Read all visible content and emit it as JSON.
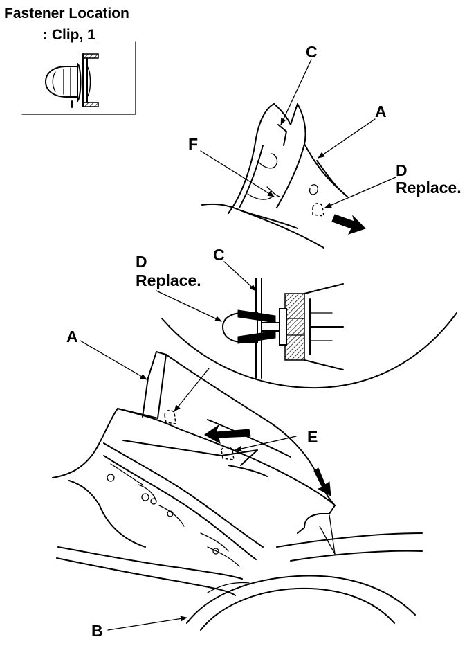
{
  "header": {
    "line1": "Fastener Location",
    "line2": ": Clip, 1"
  },
  "callouts": {
    "c_top": "C",
    "a_top": "A",
    "f": "F",
    "d_top": "D",
    "d_top_note": "Replace.",
    "d_mid": "D",
    "d_mid_note": "Replace.",
    "c_mid": "C",
    "a_left": "A",
    "e": "E",
    "b": "B"
  }
}
